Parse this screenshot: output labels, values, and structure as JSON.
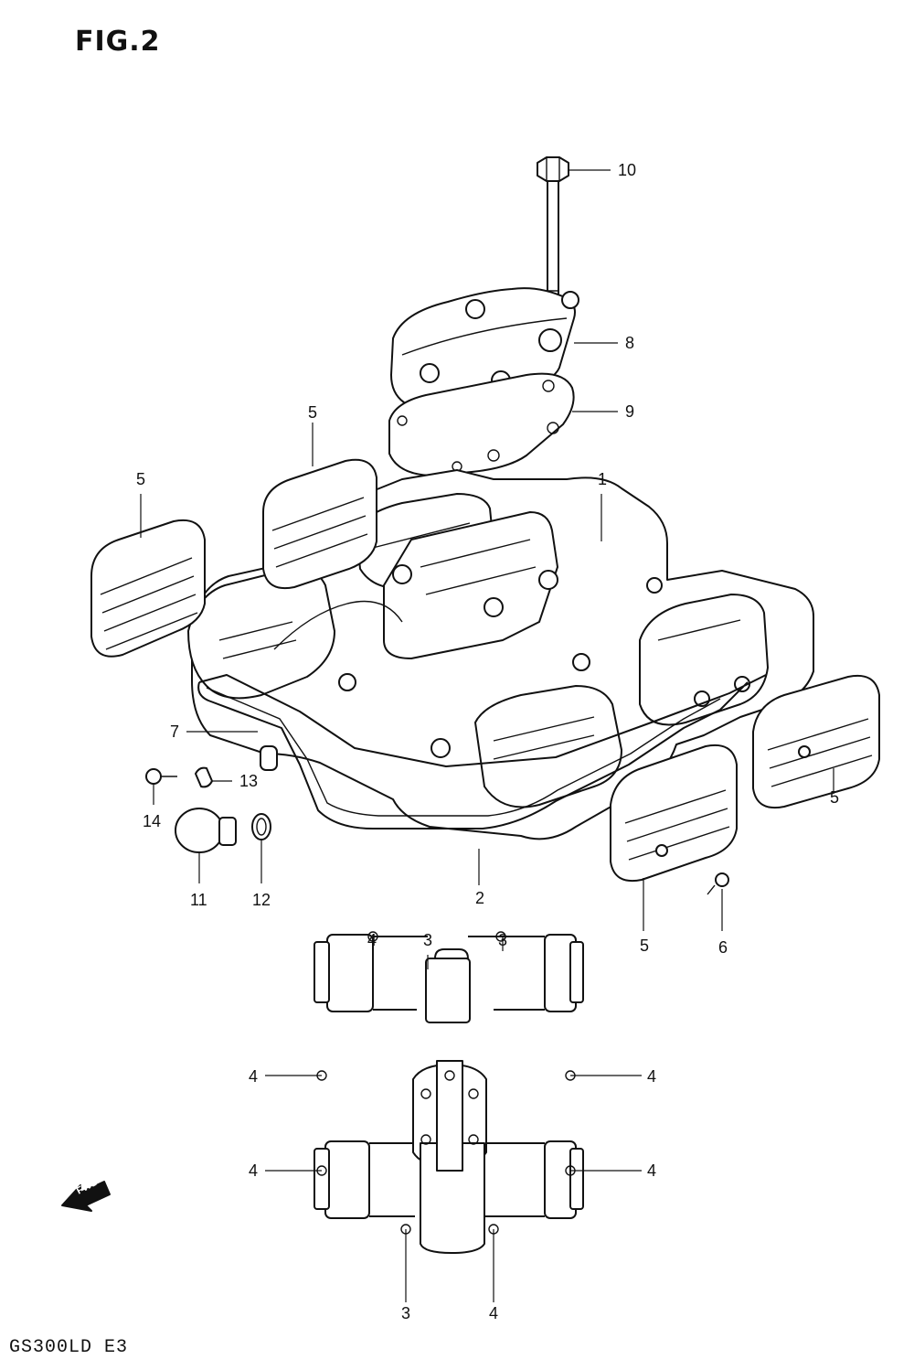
{
  "figure": {
    "title": "FIG.2",
    "model_code": "GS300LD E3",
    "fwd_label": "FWD"
  },
  "callouts": [
    {
      "id": "c10",
      "label": "10"
    },
    {
      "id": "c8",
      "label": "8"
    },
    {
      "id": "c9",
      "label": "9"
    },
    {
      "id": "c5a",
      "label": "5"
    },
    {
      "id": "c5b",
      "label": "5"
    },
    {
      "id": "c1",
      "label": "1"
    },
    {
      "id": "c7",
      "label": "7"
    },
    {
      "id": "c13",
      "label": "13"
    },
    {
      "id": "c14",
      "label": "14"
    },
    {
      "id": "c11",
      "label": "11"
    },
    {
      "id": "c12",
      "label": "12"
    },
    {
      "id": "c2",
      "label": "2"
    },
    {
      "id": "c5c",
      "label": "5"
    },
    {
      "id": "c5d",
      "label": "5"
    },
    {
      "id": "c6",
      "label": "6"
    },
    {
      "id": "b4a",
      "label": "4"
    },
    {
      "id": "b3a",
      "label": "3"
    },
    {
      "id": "b3b",
      "label": "3"
    },
    {
      "id": "b4b",
      "label": "4"
    },
    {
      "id": "b4c",
      "label": "4"
    },
    {
      "id": "b4d",
      "label": "4"
    },
    {
      "id": "b4e",
      "label": "4"
    },
    {
      "id": "b3c",
      "label": "3"
    },
    {
      "id": "b4f",
      "label": "4"
    }
  ]
}
